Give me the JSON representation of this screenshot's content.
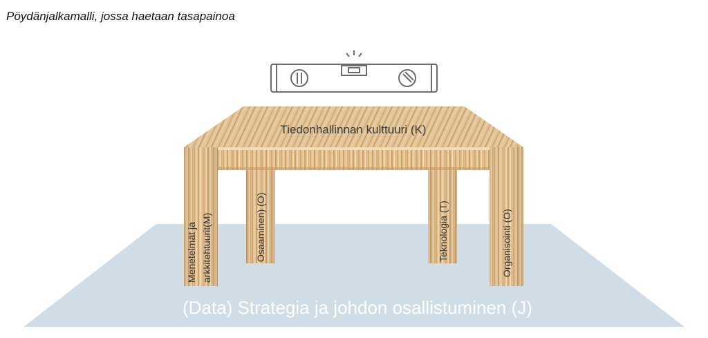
{
  "title": "Pöydänjalkamalli, jossa haetaan tasapainoa",
  "tabletop_label": "Tiedonhallinnan kulttuuri (K)",
  "legs": {
    "front_left_line1": "Menetelmät  ja",
    "front_left_line2": "arkkitehtuurit(M)",
    "back_left": "Osaaminen) (O)",
    "back_right": "Teknologia (T)",
    "front_right": "Organisointi (O)"
  },
  "floor_label": "(Data) Strategia ja johdon osallistuminen (J)",
  "icons": {
    "spirit_level": "spirit-level-icon"
  },
  "colors": {
    "floor": "#d0dde6",
    "floor_text": "#ffffff",
    "wood_light": "#e8c99a",
    "wood_mid": "#d9b07a",
    "wood_dark": "#c4945c",
    "level_stroke": "#6b6b6b"
  }
}
